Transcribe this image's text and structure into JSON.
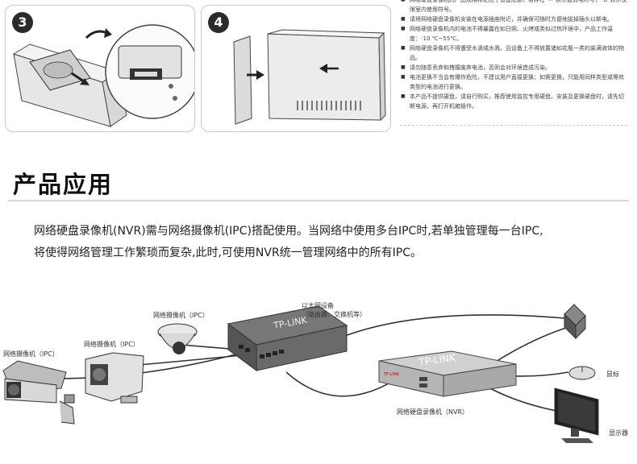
{
  "steps": [
    {
      "number": "3"
    },
    {
      "number": "4"
    }
  ],
  "notes": [
    "网络硬盘录像机的产品规格标贴位于设备底部，若存在“⎓”表示直流电符号，“⌂”表示仅限室内使用符号。",
    "请将网络硬盘录像机安装在电源插座附近，并确保可随时方便地拔掉插头以断电。",
    "网络硬盘录像机内的电池不得暴露在如日照、火烤或类似过热环境中，产品工作温度：-10 ℃~55℃。",
    "网络硬盘录像机不得遭受水滴或水溅，且设备上不得放置诸如花瓶一类的装满液体的物品。",
    "请勿随意丢弃和拽擅废弃电池，否则会对环境造成污染。",
    "电池更换不当会有爆炸危险，不建议用户直接更换；如需更换，只能用同样类型或等效类型的电池进行更换。",
    "本产品不提供硬盘，请自行购买，推荐使用监控专用硬盘。安装及更换硬盘时，请先切断电源，再打开机箱操作。"
  ],
  "section": {
    "title": "产品应用",
    "line1": "网络硬盘录像机(NVR)需与网络摄像机(IPC)搭配使用。当网络中使用多台IPC时,若单独管理每一台IPC,",
    "line2": "将使得网络管理工作繁琐而复杂,此时,可使用NVR统一管理网络中的所有IPC。"
  },
  "diagram": {
    "ipc_bullet": "网络摄像机（IPC）",
    "ipc_box": "网络摄像机（IPC）",
    "ipc_dome": "网络摄像机（IPC）",
    "switch_line1": "以太网设备",
    "switch_line2": "（路由器、交换机等）",
    "nvr": "网络硬盘录像机（NVR）",
    "mouse": "鼠标",
    "monitor": "显示器",
    "brand_switch": "TP-LINK",
    "brand_nvr": "TP-LINK",
    "brand_nvr_small": "TP-LINK"
  }
}
